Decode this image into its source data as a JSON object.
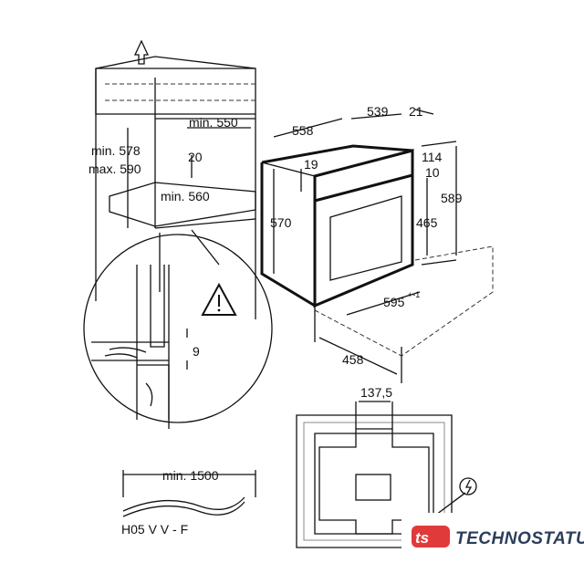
{
  "dimensions": {
    "niche_width": "min. 550",
    "niche_height_min": "min. 578",
    "niche_height_max": "max. 590",
    "vent_gap": "20",
    "niche_depth": "min. 560",
    "shelf_gap": "9",
    "oven_depth_total": "558",
    "oven_body_depth": "539",
    "front_thickness": "21",
    "top_offset": "19",
    "panel_height": "114",
    "panel_gap": "10",
    "body_height": "570",
    "door_height": "465",
    "front_height": "589",
    "front_width": "595",
    "front_width_tolerance": "+-1",
    "body_width": "458",
    "cable_offset": "137,5",
    "cable_length": "min. 1500",
    "cable_type": "H05 V V - F"
  },
  "logo": {
    "mark": "ts",
    "text": "TECHNOSTATUS",
    "mark_color": "#e03a3a",
    "text_color": "#2c3e5c"
  }
}
